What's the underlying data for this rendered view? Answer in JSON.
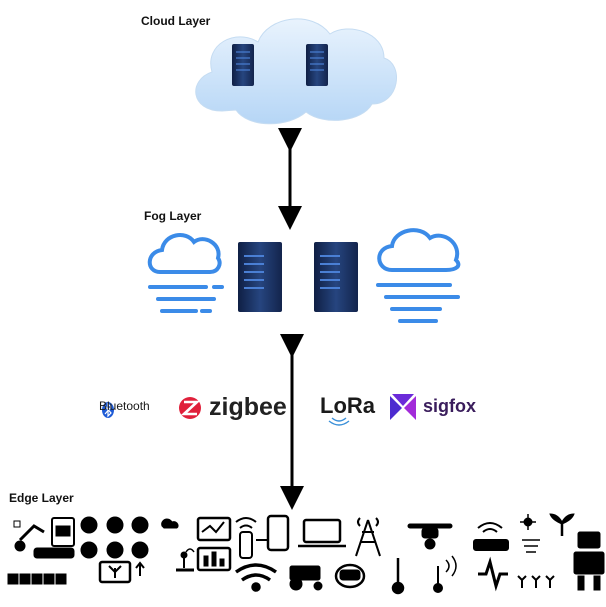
{
  "layers": {
    "cloud": "Cloud Layer",
    "fog": "Fog Layer",
    "edge": "Edge Layer"
  },
  "protocols": {
    "bluetooth": "Bluetooth",
    "zigbee": "zigbee",
    "lora": "LoRa",
    "sigfox": "sigfox"
  },
  "colors": {
    "cloud_fill": "#d4e8fb",
    "fog_blue": "#3b8be8",
    "server_dark": "#1b2f5a",
    "zigbee_red": "#e0203b",
    "sigfox_purple": "#6b2bd9",
    "arrow": "#000000"
  },
  "icons": [
    "robot-arm-icon",
    "crate-icon",
    "thermometer-icon",
    "water-drop-icon",
    "flame-icon",
    "cloud-icon",
    "monitor-chart-icon",
    "antenna-icon",
    "smartphone-icon",
    "laptop-icon",
    "cell-tower-icon",
    "drone-icon",
    "router-icon",
    "sun-icon",
    "plant-icon",
    "robot-icon",
    "wifi-icon",
    "tractor-icon",
    "plant-sensor-icon",
    "harvest-icon",
    "temperature-icon",
    "signal-icon",
    "crops-icon"
  ]
}
